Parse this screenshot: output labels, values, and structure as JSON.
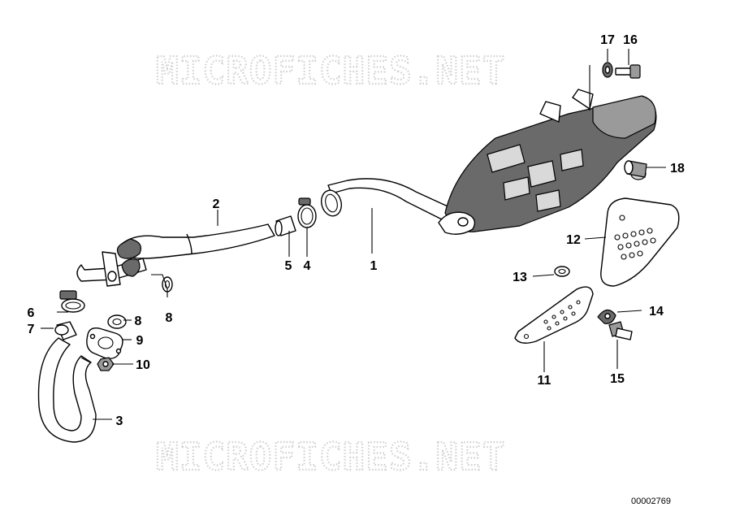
{
  "watermarks": [
    "MICROFICHES.NET",
    "MICROFICHES.NET"
  ],
  "diagram_code": "00002769",
  "callouts": [
    "1",
    "2",
    "3",
    "4",
    "5",
    "6",
    "7",
    "8",
    "8",
    "9",
    "10",
    "11",
    "12",
    "13",
    "14",
    "15",
    "16",
    "17",
    "18"
  ]
}
